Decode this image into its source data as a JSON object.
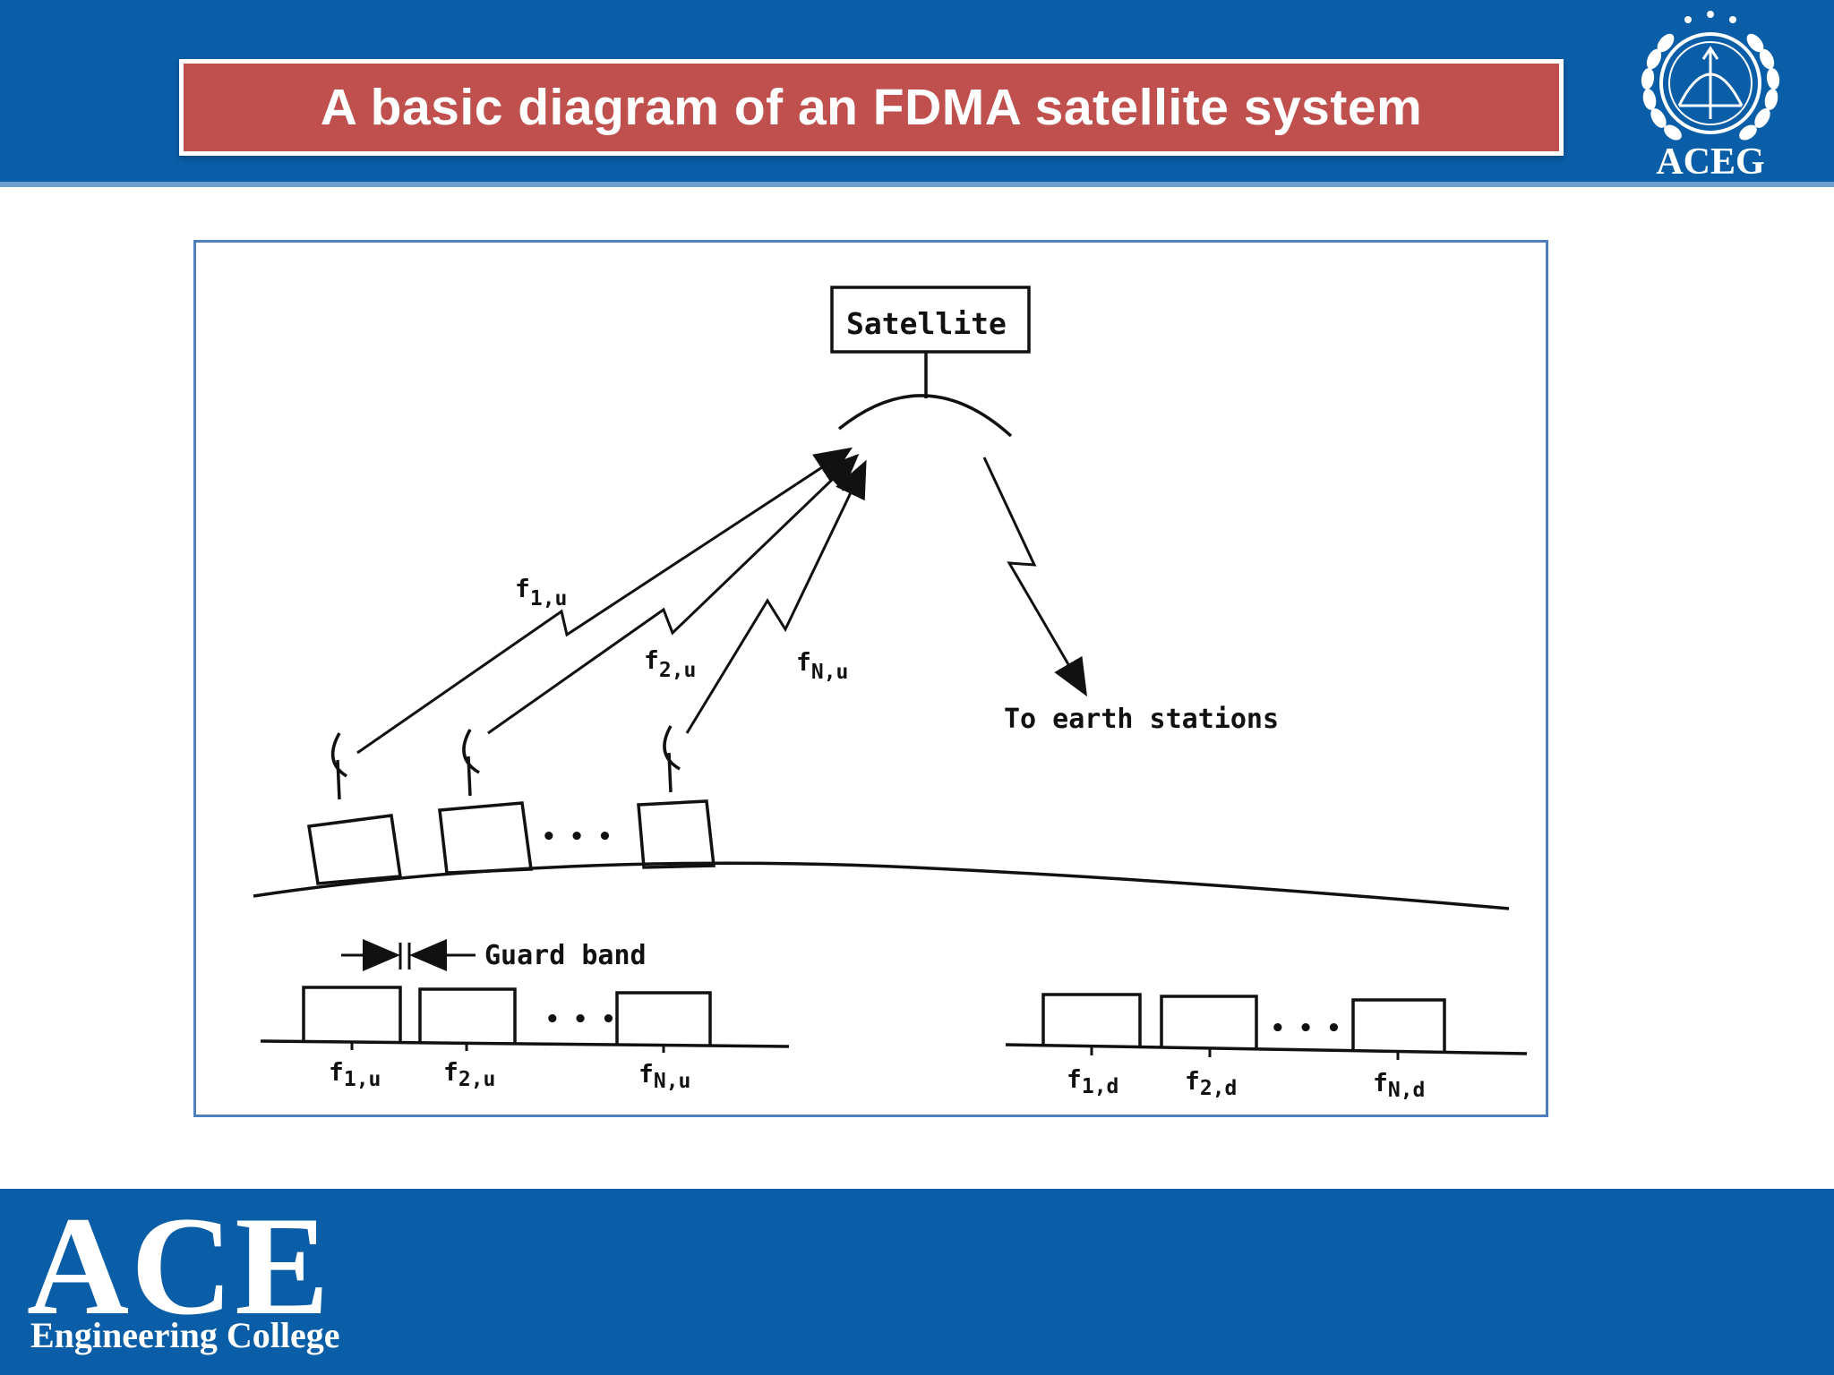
{
  "slide": {
    "title": "A basic diagram of an FDMA satellite system",
    "logo_text": "ACEG",
    "footer": {
      "brand": "ACE",
      "name": "Engineering College"
    }
  },
  "diagram": {
    "satellite_label": "Satellite",
    "uplink_labels": {
      "f1": {
        "base": "f",
        "sub": "1,u"
      },
      "f2": {
        "base": "f",
        "sub": "2,u"
      },
      "fN": {
        "base": "f",
        "sub": "N,u"
      }
    },
    "downlink_label": "To earth stations",
    "ellipsis": "• • •",
    "guard_band_label": "Guard band",
    "uplink_spectrum": [
      {
        "base": "f",
        "sub": "1,u"
      },
      {
        "base": "f",
        "sub": "2,u"
      },
      {
        "base": "f",
        "sub": "N,u"
      }
    ],
    "downlink_spectrum": [
      {
        "base": "f",
        "sub": "1,d"
      },
      {
        "base": "f",
        "sub": "2,d"
      },
      {
        "base": "f",
        "sub": "N,d"
      }
    ]
  },
  "colors": {
    "band_blue": "#0a5ea8",
    "title_red": "#c0504d",
    "frame_blue": "#4f7fbf"
  },
  "icons": [
    "laurel-emblem-icon",
    "bow-arrow-icon"
  ]
}
